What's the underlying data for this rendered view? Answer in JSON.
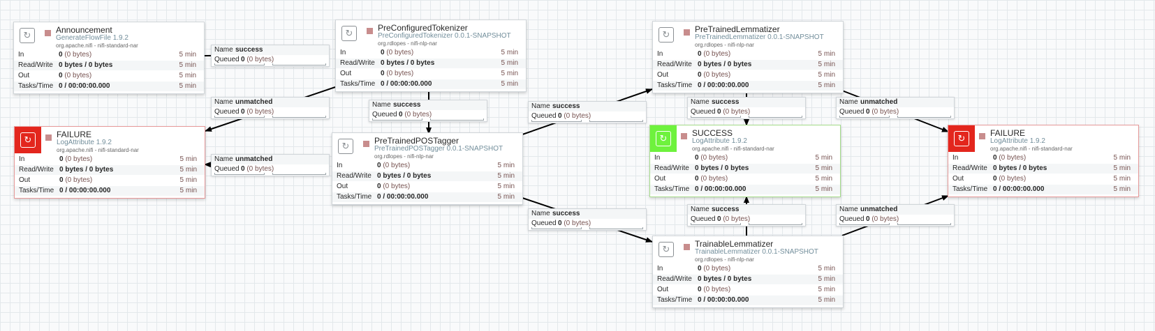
{
  "processors": [
    {
      "id": "p1",
      "name": "Announcement",
      "type": "GenerateFlowFile 1.9.2",
      "bundle": "org.apache.nifi - nifi-standard-nar",
      "icon": "processor-icon",
      "variant": "normal",
      "stats": {
        "in_count": "0",
        "in_size": "(0 bytes)",
        "rw": "0 bytes / 0 bytes",
        "out_count": "0",
        "out_size": "(0 bytes)",
        "tasks": "0 / 00:00:00.000",
        "time": "5 min"
      }
    },
    {
      "id": "p2",
      "name": "PreConfiguredTokenizer",
      "type": "PreConfiguredTokenizer 0.0.1-SNAPSHOT",
      "bundle": "org.rdlopes - nifi-nlp-nar",
      "icon": "processor-icon",
      "variant": "normal",
      "stats": {
        "in_count": "0",
        "in_size": "(0 bytes)",
        "rw": "0 bytes / 0 bytes",
        "out_count": "0",
        "out_size": "(0 bytes)",
        "tasks": "0 / 00:00:00.000",
        "time": "5 min"
      }
    },
    {
      "id": "p3",
      "name": "PreTrainedLemmatizer",
      "type": "PreTrainedLemmatizer 0.0.1-SNAPSHOT",
      "bundle": "org.rdlopes - nifi-nlp-nar",
      "icon": "processor-icon",
      "variant": "normal",
      "stats": {
        "in_count": "0",
        "in_size": "(0 bytes)",
        "rw": "0 bytes / 0 bytes",
        "out_count": "0",
        "out_size": "(0 bytes)",
        "tasks": "0 / 00:00:00.000",
        "time": "5 min"
      }
    },
    {
      "id": "p4",
      "name": "FAILURE",
      "type": "LogAttribute 1.9.2",
      "bundle": "org.apache.nifi - nifi-standard-nar",
      "icon": "log-icon",
      "variant": "failure",
      "stats": {
        "in_count": "0",
        "in_size": "(0 bytes)",
        "rw": "0 bytes / 0 bytes",
        "out_count": "0",
        "out_size": "(0 bytes)",
        "tasks": "0 / 00:00:00.000",
        "time": "5 min"
      }
    },
    {
      "id": "p5",
      "name": "PreTrainedPOSTagger",
      "type": "PreTrainedPOSTagger 0.0.1-SNAPSHOT",
      "bundle": "org.rdlopes - nifi-nlp-nar",
      "icon": "processor-icon",
      "variant": "normal",
      "stats": {
        "in_count": "0",
        "in_size": "(0 bytes)",
        "rw": "0 bytes / 0 bytes",
        "out_count": "0",
        "out_size": "(0 bytes)",
        "tasks": "0 / 00:00:00.000",
        "time": "5 min"
      }
    },
    {
      "id": "p6",
      "name": "SUCCESS",
      "type": "LogAttribute 1.9.2",
      "bundle": "org.apache.nifi - nifi-standard-nar",
      "icon": "log-icon",
      "variant": "success",
      "stats": {
        "in_count": "0",
        "in_size": "(0 bytes)",
        "rw": "0 bytes / 0 bytes",
        "out_count": "0",
        "out_size": "(0 bytes)",
        "tasks": "0 / 00:00:00.000",
        "time": "5 min"
      }
    },
    {
      "id": "p7",
      "name": "FAILURE",
      "type": "LogAttribute 1.9.2",
      "bundle": "org.apache.nifi - nifi-standard-nar",
      "icon": "log-icon",
      "variant": "failure",
      "stats": {
        "in_count": "0",
        "in_size": "(0 bytes)",
        "rw": "0 bytes / 0 bytes",
        "out_count": "0",
        "out_size": "(0 bytes)",
        "tasks": "0 / 00:00:00.000",
        "time": "5 min"
      }
    },
    {
      "id": "p8",
      "name": "TrainableLemmatizer",
      "type": "TrainableLemmatizer 0.0.1-SNAPSHOT",
      "bundle": "org.rdlopes - nifi-nlp-nar",
      "icon": "processor-icon",
      "variant": "normal",
      "stats": {
        "in_count": "0",
        "in_size": "(0 bytes)",
        "rw": "0 bytes / 0 bytes",
        "out_count": "0",
        "out_size": "(0 bytes)",
        "tasks": "0 / 00:00:00.000",
        "time": "5 min"
      }
    }
  ],
  "row_labels": {
    "in": "In",
    "rw": "Read/Write",
    "out": "Out",
    "tasks": "Tasks/Time"
  },
  "connection_labels": {
    "name": "Name",
    "queued": "Queued"
  },
  "connections": [
    {
      "id": "c1",
      "name": "success",
      "queued_count": "0",
      "queued_size": "(0 bytes)"
    },
    {
      "id": "c2",
      "name": "unmatched",
      "queued_count": "0",
      "queued_size": "(0 bytes)"
    },
    {
      "id": "c3",
      "name": "success",
      "queued_count": "0",
      "queued_size": "(0 bytes)"
    },
    {
      "id": "c4",
      "name": "unmatched",
      "queued_count": "0",
      "queued_size": "(0 bytes)"
    },
    {
      "id": "c5",
      "name": "success",
      "queued_count": "0",
      "queued_size": "(0 bytes)"
    },
    {
      "id": "c6",
      "name": "success",
      "queued_count": "0",
      "queued_size": "(0 bytes)"
    },
    {
      "id": "c7",
      "name": "unmatched",
      "queued_count": "0",
      "queued_size": "(0 bytes)"
    },
    {
      "id": "c8",
      "name": "success",
      "queued_count": "0",
      "queued_size": "(0 bytes)"
    },
    {
      "id": "c9",
      "name": "success",
      "queued_count": "0",
      "queued_size": "(0 bytes)"
    },
    {
      "id": "c10",
      "name": "unmatched",
      "queued_count": "0",
      "queued_size": "(0 bytes)"
    }
  ],
  "colors": {
    "failure": "#e3261d",
    "success": "#6ef23d",
    "stopped": "#c88d8d",
    "type_text": "#728e9b",
    "muted_value": "#775351"
  }
}
